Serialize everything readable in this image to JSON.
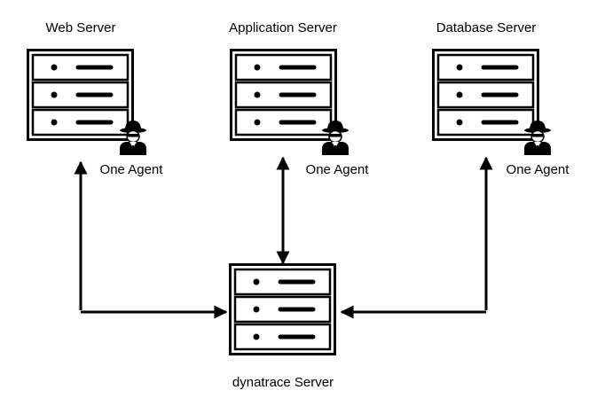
{
  "diagram": {
    "title": "",
    "nodes": {
      "web_server": {
        "label": "Web Server",
        "agent_label": "One Agent",
        "icon": "server-rack-icon",
        "agent_icon": "spy-agent-icon"
      },
      "app_server": {
        "label": "Application Server",
        "agent_label": "One Agent",
        "icon": "server-rack-icon",
        "agent_icon": "spy-agent-icon"
      },
      "db_server": {
        "label": "Database Server",
        "agent_label": "One Agent",
        "icon": "server-rack-icon",
        "agent_icon": "spy-agent-icon"
      },
      "dynatrace_server": {
        "label": "dynatrace Server",
        "icon": "server-rack-icon"
      }
    },
    "edges": [
      {
        "from": "web_server",
        "to": "dynatrace_server",
        "direction": "both"
      },
      {
        "from": "app_server",
        "to": "dynatrace_server",
        "direction": "both"
      },
      {
        "from": "db_server",
        "to": "dynatrace_server",
        "direction": "both"
      }
    ],
    "colors": {
      "stroke": "#000000",
      "background": "#ffffff"
    }
  }
}
